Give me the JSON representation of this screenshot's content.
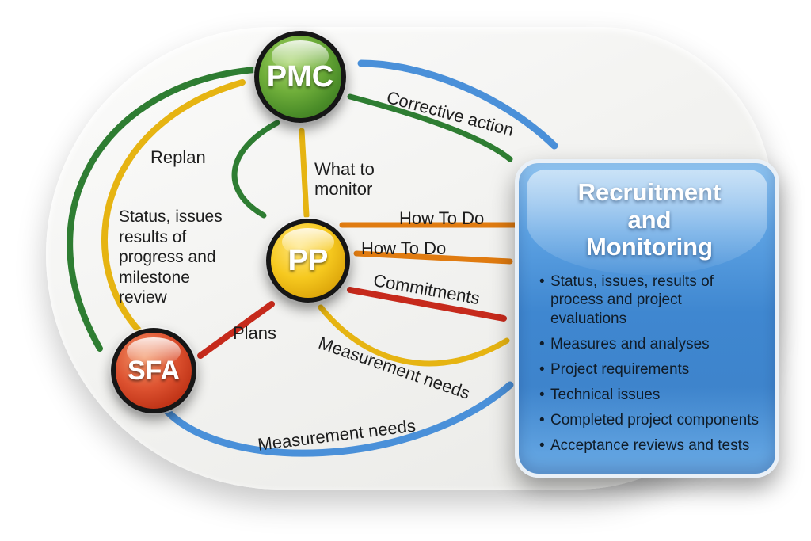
{
  "diagram": {
    "nodes": {
      "pmc": {
        "label": "PMC"
      },
      "pp": {
        "label": "PP"
      },
      "sfa": {
        "label": "SFA"
      }
    },
    "panel": {
      "title_lines": [
        "Recruitment",
        "and",
        "Monitoring"
      ],
      "bullets": [
        "Status, issues, results of process and project evaluations",
        "Measures and analyses",
        "Project requirements",
        "Technical issues",
        "Completed project components",
        "Acceptance reviews and tests"
      ]
    },
    "labels": {
      "corrective_action": "Corrective action",
      "replan": "Replan",
      "what_to_monitor": "What to monitor",
      "how_to_do_1": "How To Do",
      "how_to_do_2": "How To Do",
      "commitments": "Commitments",
      "plans": "Plans",
      "measurement_needs_1": "Measurement needs",
      "measurement_needs_2": "Measurement needs",
      "status_review": "Status, issues results of progress and milestone review"
    },
    "colors": {
      "green": "#2e7d32",
      "yellow": "#e6b412",
      "orange": "#e07b10",
      "red": "#c62a1c",
      "blue": "#4a90d9"
    }
  }
}
